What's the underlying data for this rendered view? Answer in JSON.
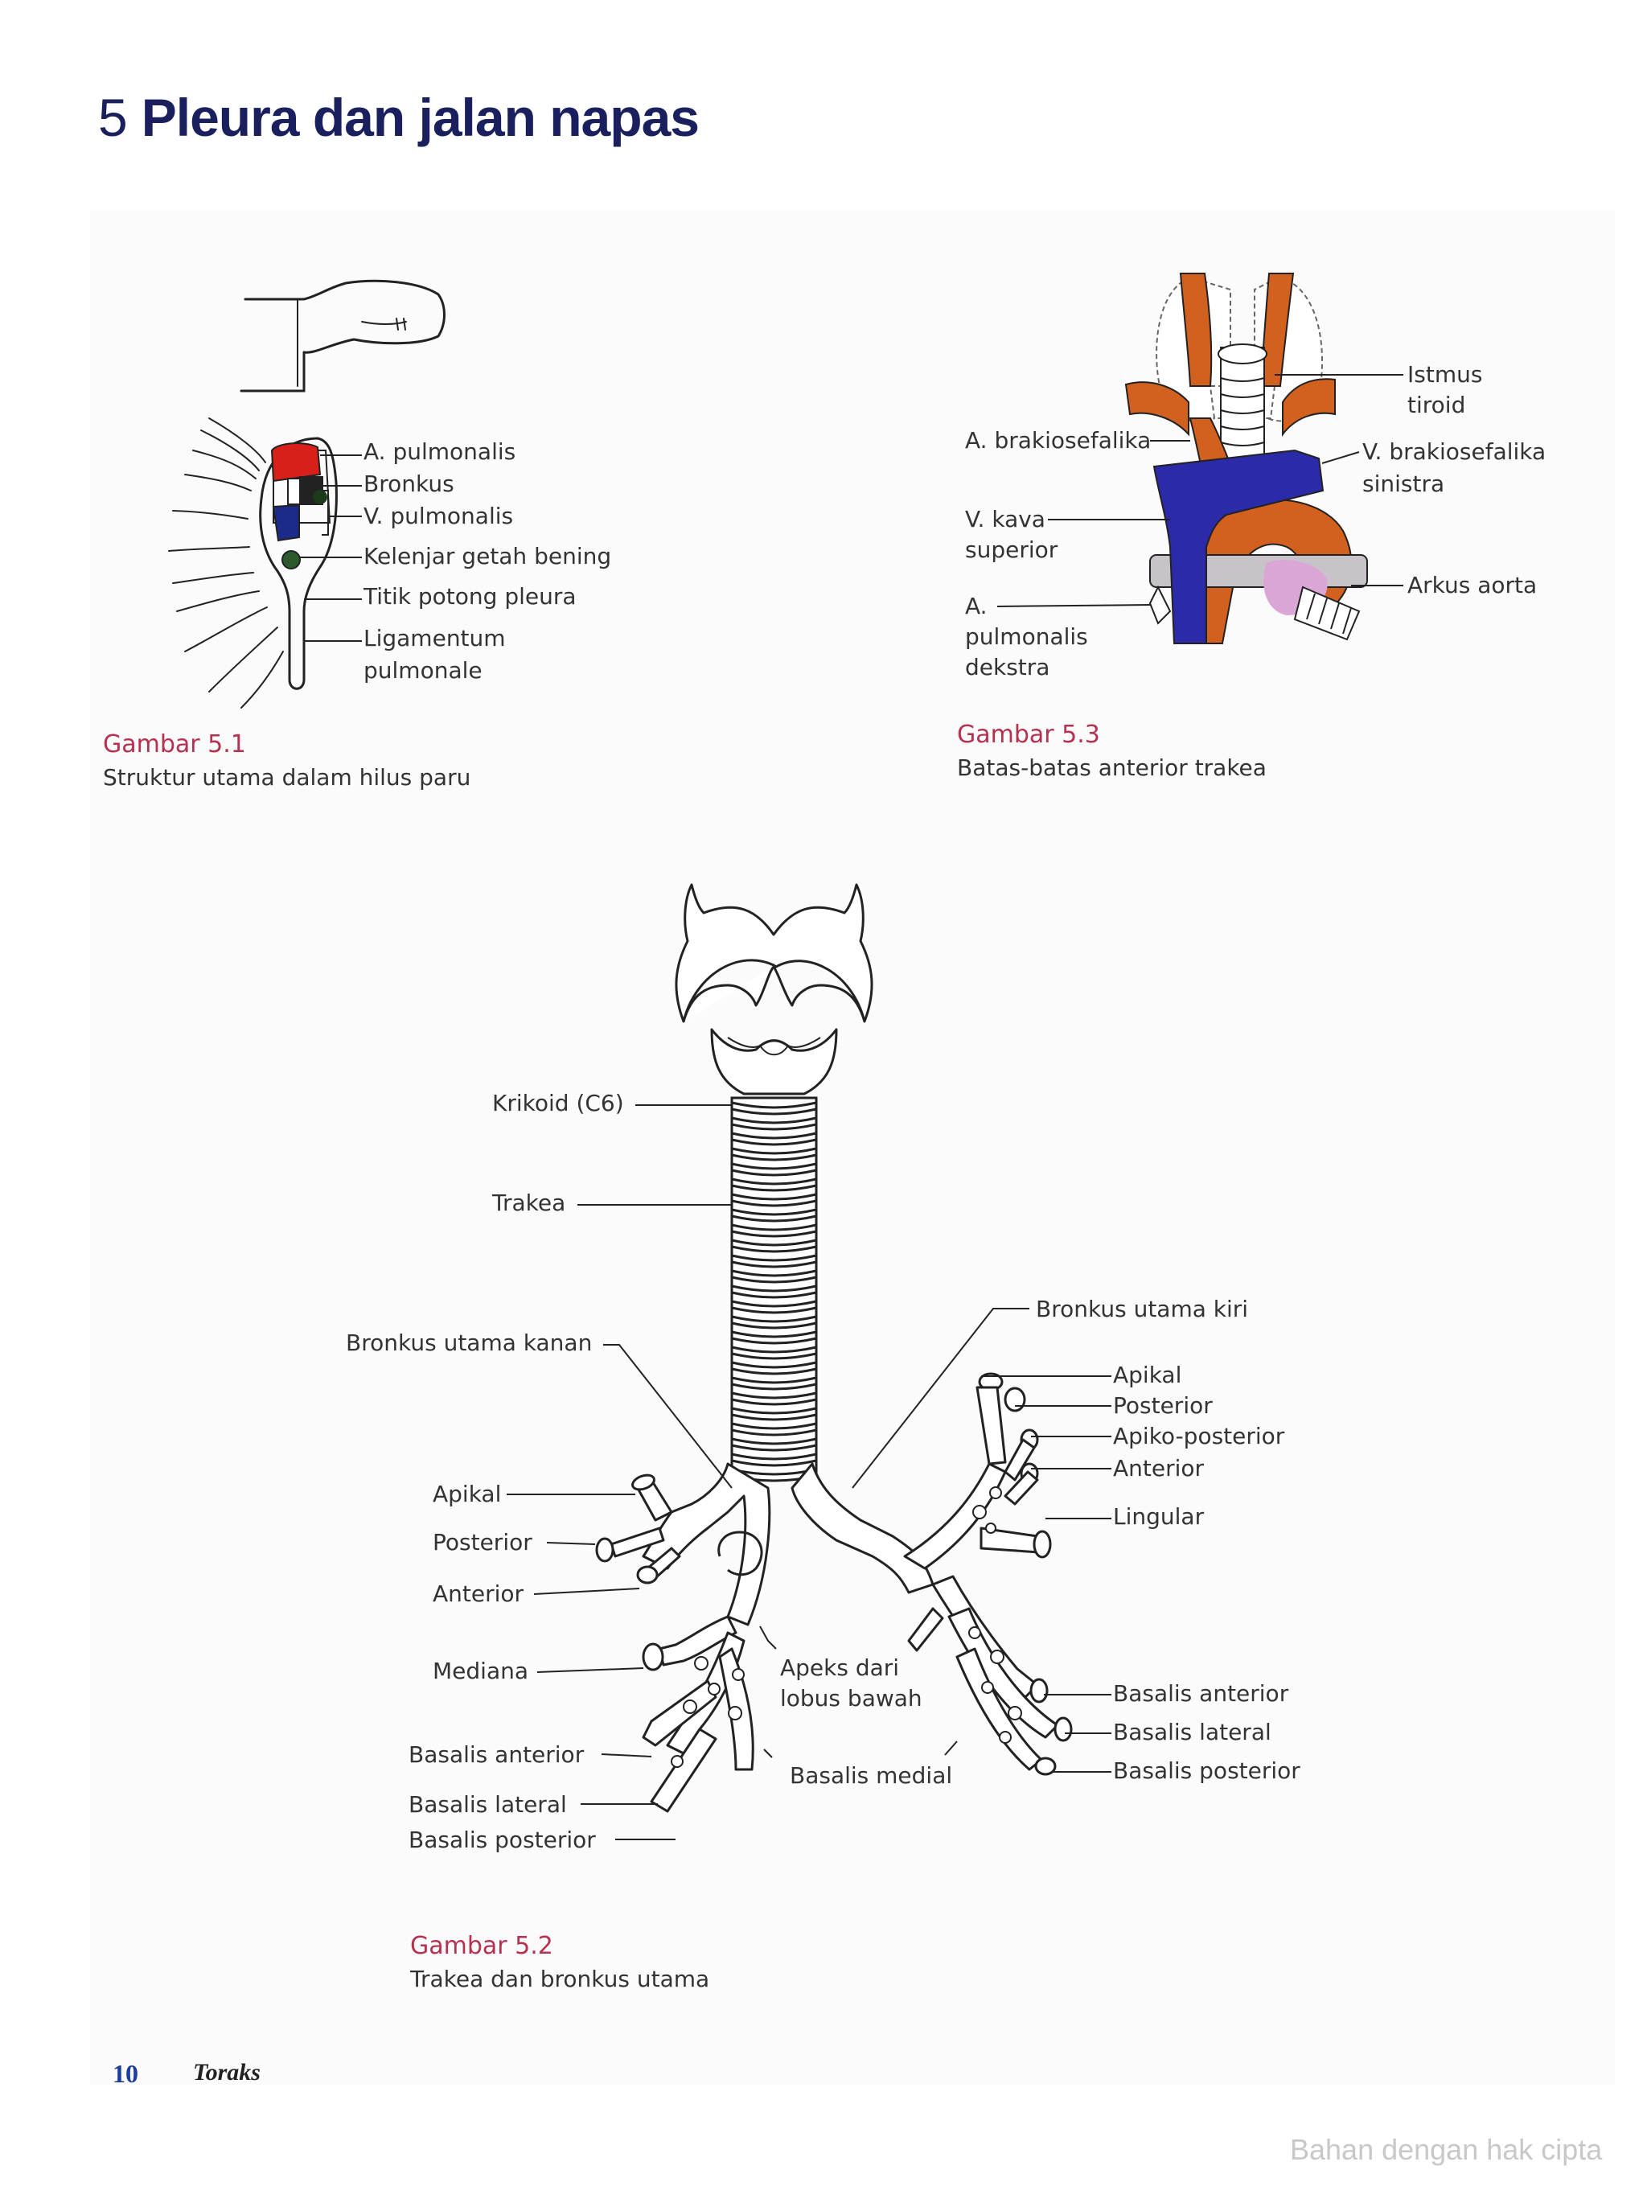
{
  "header": {
    "chapter_number": "5",
    "title": "Pleura dan jalan napas"
  },
  "figure_5_1": {
    "caption_number": "Gambar 5.1",
    "caption_text": "Struktur utama dalam hilus paru",
    "labels": [
      "A. pulmonalis",
      "Bronkus",
      "V. pulmonalis",
      "Kelenjar getah bening",
      "Titik potong pleura",
      "Ligamentum",
      "pulmonale"
    ]
  },
  "figure_5_3": {
    "caption_number": "Gambar 5.3",
    "caption_text": "Batas-batas anterior trakea",
    "labels": {
      "istmus_1": "Istmus",
      "istmus_2": "tiroid",
      "brakiosefalika": "A. brakiosefalika",
      "v_brakio_1": "V. brakiosefalika",
      "v_brakio_2": "sinistra",
      "vkava_1": "V. kava",
      "vkava_2": "superior",
      "arkus": "Arkus aorta",
      "apulm_1": "A.",
      "apulm_2": "pulmonalis",
      "apulm_3": "dekstra"
    },
    "colors": {
      "artery": "#d2601e",
      "vein": "#2b2aa8",
      "gray": "#c8c3c8",
      "thymus": "#d9a6d6"
    }
  },
  "figure_5_2": {
    "caption_number": "Gambar 5.2",
    "caption_text": "Trakea dan bronkus utama",
    "labels": {
      "krikoid": "Krikoid (C6)",
      "trakea": "Trakea",
      "bronkus_kanan": "Bronkus utama kanan",
      "bronkus_kiri": "Bronkus utama kiri",
      "r_apikal": "Apikal",
      "r_posterior": "Posterior",
      "r_anterior": "Anterior",
      "r_mediana": "Mediana",
      "r_bas_ant": "Basalis anterior",
      "r_bas_lat": "Basalis lateral",
      "r_bas_post": "Basalis posterior",
      "l_apikal": "Apikal",
      "l_posterior": "Posterior",
      "l_apiko": "Apiko-posterior",
      "l_anterior": "Anterior",
      "l_lingular": "Lingular",
      "l_bas_ant": "Basalis anterior",
      "l_bas_lat": "Basalis lateral",
      "l_bas_post": "Basalis posterior",
      "apeks_1": "Apeks dari",
      "apeks_2": "lobus bawah",
      "bas_medial": "Basalis medial"
    }
  },
  "footer": {
    "page_number": "10",
    "section": "Toraks"
  },
  "watermark": "Bahan dengan hak cipta"
}
